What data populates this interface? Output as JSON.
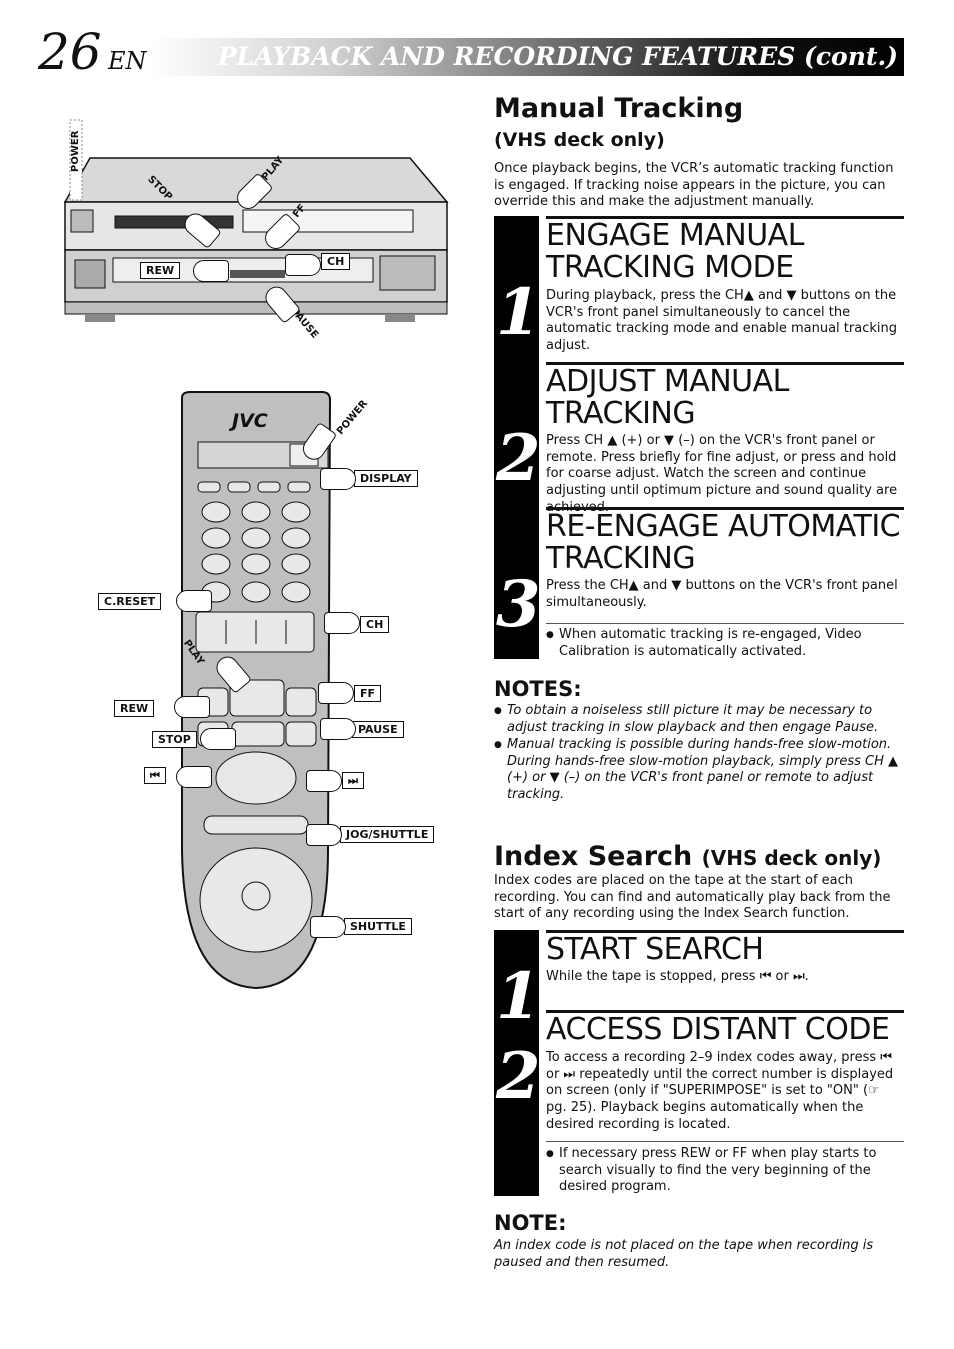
{
  "header": {
    "page_number": "26",
    "language": "EN",
    "title": "PLAYBACK AND RECORDING FEATURES (cont.)"
  },
  "manual_tracking": {
    "heading": "Manual Tracking",
    "subheading": "(VHS deck only)",
    "intro": "Once playback begins, the VCR’s automatic tracking function is engaged. If tracking noise appears in the picture, you can override this and make the adjustment manually.",
    "steps": [
      {
        "number": "1",
        "title_line1": "ENGAGE MANUAL",
        "title_line2": "TRACKING MODE",
        "text": "During playback, press the CH▲ and ▼ buttons on the VCR's front panel simultaneously to cancel the automatic tracking mode and enable manual tracking adjust."
      },
      {
        "number": "2",
        "title_line1": "ADJUST MANUAL",
        "title_line2": "TRACKING",
        "text": "Press CH ▲ (+) or ▼ (–) on the VCR's front panel or remote. Press briefly for fine adjust, or press and hold for coarse adjust. Watch the screen and continue adjusting until optimum picture and sound quality are achieved."
      },
      {
        "number": "3",
        "title_line1": "RE-ENGAGE AUTOMATIC",
        "title_line2": "TRACKING",
        "text": "Press the CH▲ and ▼ buttons on the VCR's front panel simultaneously.",
        "bullet": "When automatic tracking is re-engaged, Video Calibration is automatically activated."
      }
    ],
    "notes_title": "NOTES:",
    "notes": [
      "To obtain a noiseless still picture it may be necessary to adjust tracking in slow playback and then engage Pause.",
      "Manual tracking is possible during hands-free slow-motion. During hands-free slow-motion playback, simply press CH ▲ (+) or ▼ (–) on the VCR's front panel or remote to adjust tracking."
    ]
  },
  "index_search": {
    "heading": "Index Search",
    "subheading": "(VHS deck only)",
    "intro": "Index codes are placed on the tape at the start of each recording. You can find and automatically play back from the start of any recording using the Index Search function.",
    "steps": [
      {
        "number": "1",
        "title": "START SEARCH",
        "text": "While the tape is stopped, press ⏮ or ⏭."
      },
      {
        "number": "2",
        "title": "ACCESS DISTANT CODE",
        "text": "To access a recording 2–9 index codes away, press ⏮ or ⏭ repeatedly until the correct number is displayed on screen (only if \"SUPERIMPOSE\" is set to \"ON\" (☞ pg. 25). Playback begins automatically when the desired recording is located.",
        "bullet": "If necessary press REW or FF when play starts to search visually to find the very beginning of the desired program."
      }
    ],
    "note_title": "NOTE:",
    "note": "An index code is not placed on the tape when recording is paused and then resumed."
  },
  "vcr_illustration": {
    "labels": {
      "power": "POWER",
      "stop": "STOP",
      "play": "PLAY",
      "ff": "FF",
      "rew": "REW",
      "ch": "CH",
      "pause": "PAUSE"
    }
  },
  "remote_illustration": {
    "brand": "JVC",
    "labels": {
      "power": "POWER",
      "display": "DISPLAY",
      "creset": "C.RESET",
      "ch": "CH",
      "play": "PLAY",
      "ff": "FF",
      "rew": "REW",
      "pause": "PAUSE",
      "stop": "STOP",
      "skip_back": "⏮",
      "skip_forward": "⏭",
      "jog_shuttle": "JOG/SHUTTLE",
      "shuttle": "SHUTTLE"
    }
  }
}
